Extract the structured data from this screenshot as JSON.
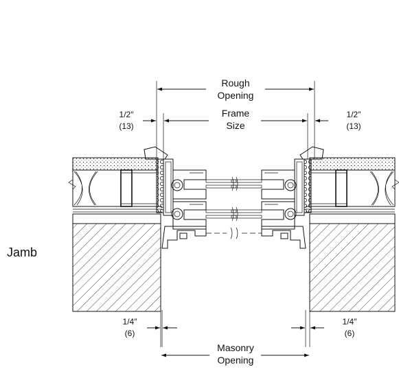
{
  "section_label": "Jamb",
  "dimensions": {
    "rough_opening": {
      "line1": "Rough",
      "line2": "Opening"
    },
    "frame_size": {
      "line1": "Frame",
      "line2": "Size"
    },
    "masonry_opening": {
      "line1": "Masonry",
      "line2": "Opening"
    },
    "left_top": {
      "imperial": "1/2″",
      "metric": "(13)"
    },
    "right_top": {
      "imperial": "1/2″",
      "metric": "(13)"
    },
    "left_bottom": {
      "imperial": "1/4″",
      "metric": "(6)"
    },
    "right_bottom": {
      "imperial": "1/4″",
      "metric": "(6)"
    }
  }
}
